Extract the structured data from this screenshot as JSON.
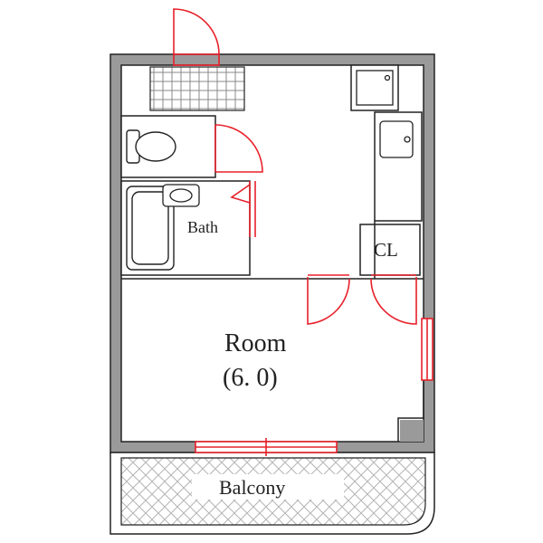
{
  "labels": {
    "bath": "Bath",
    "closet": "CL",
    "room": "Room",
    "room_size": "(6. 0)",
    "balcony": "Balcony"
  },
  "colors": {
    "wall": "#9a9a9a",
    "line": "#222222",
    "door": "#e8202a",
    "hatch": "#b4b4b4",
    "background": "#ffffff"
  }
}
